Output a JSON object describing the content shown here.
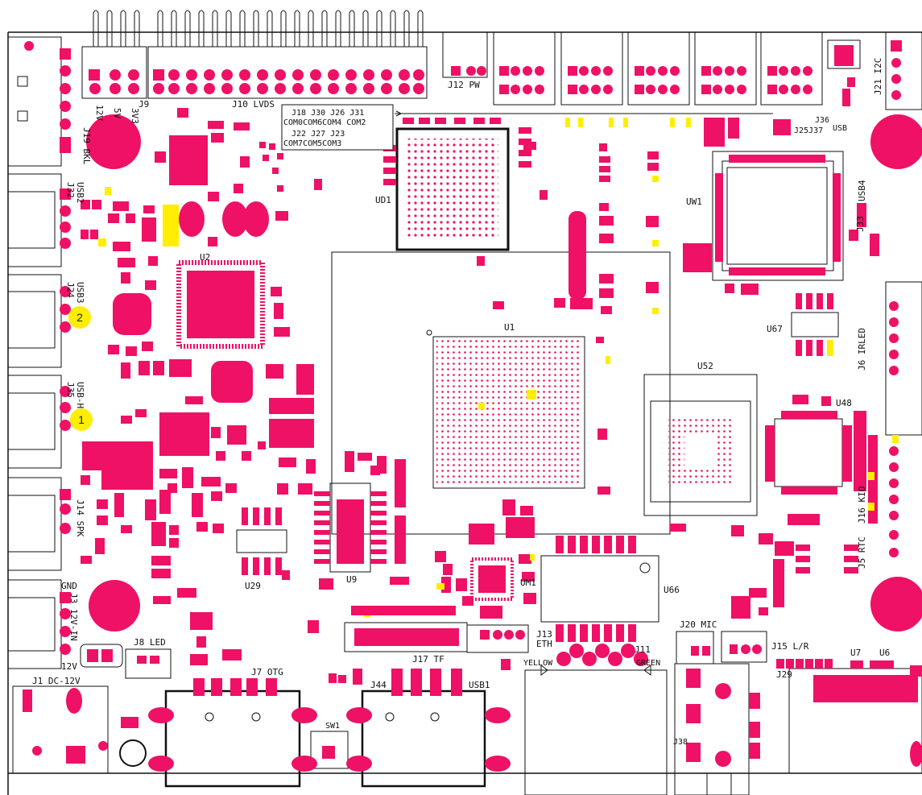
{
  "pcb": {
    "colors": {
      "pad": "#ee1166",
      "marker": "#ffee00",
      "outline": "#111111",
      "background": "#ffffff"
    },
    "labels": {
      "j19": "J19 BKL",
      "v12": "12V",
      "v5": "5V",
      "v33": "3V3",
      "j9": "J9",
      "j10": "J10 LVDS",
      "j12": "J12 PW",
      "j21": "J21 I2C",
      "com_r1": "J18  J30  J26  J31",
      "com_r2": "COM0COM6COM4 COM2",
      "com_r3": "J22  J27  J23",
      "com_r4": "COM7COM5COM3",
      "j25j37": "J25J37",
      "j36": "J36",
      "usb": "USB",
      "ud1": "UD1",
      "uw1": "UW1",
      "usb4": "USB4",
      "j33": "J33",
      "usb2": "USB2",
      "j32": "J32",
      "u2": "U2",
      "usb3": "USB3",
      "j24": "J24",
      "u1": "U1",
      "u67": "U67",
      "j6": "J6 IRLED",
      "u52": "U52",
      "u48": "U48",
      "usbh": "USB-H",
      "j35": "J35",
      "j16": "J16 KIO",
      "j14": "J14 SPK",
      "u29": "U29",
      "u9": "U9",
      "um1": "UM1",
      "u66": "U66",
      "j5": "J5 RTC",
      "gnd": "GND",
      "j3": "J3 12V-IN",
      "j8": "J8 LED",
      "v12b": "12V",
      "j1": "J1 DC-12V",
      "j7": "J7 OTG",
      "j44": "J44",
      "j17": "J17 TF",
      "usb1": "USB1",
      "j13": "J13",
      "eth": "ETH",
      "yellow": "YELLOW",
      "j11": "J11",
      "green": "GREEN",
      "j20": "J20 MIC",
      "j15": "J15 L/R",
      "j29": "J29",
      "u7": "U7",
      "u6": "U6",
      "sw1": "SW1",
      "j38": "J38"
    },
    "markers": {
      "m1": "1",
      "m2": "2"
    }
  }
}
